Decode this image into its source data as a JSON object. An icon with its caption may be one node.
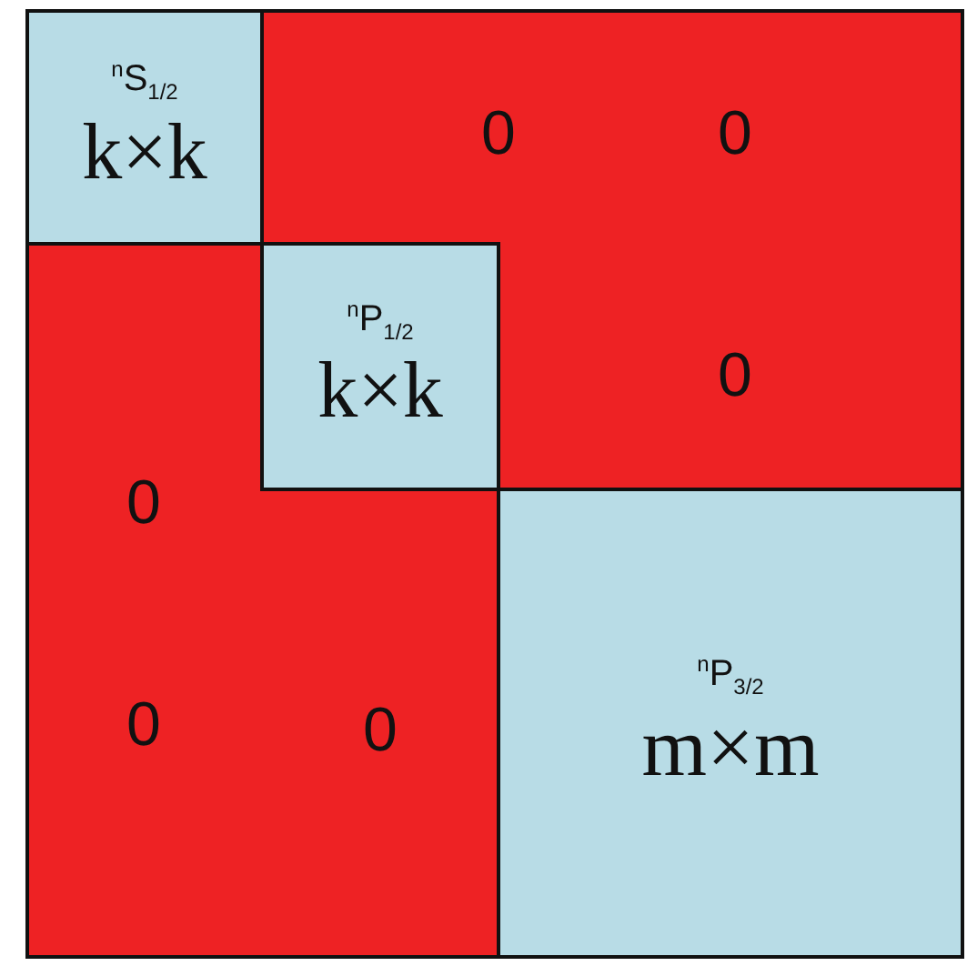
{
  "diagram": {
    "nodes": [
      {
        "text": [
          "$^{n}$S$_{1/2}$",
          "k×k"
        ]
      },
      {
        "text": [
          "$^{n}$P$_{1/2}$",
          "k×k"
        ]
      },
      {
        "text": [
          "$^{n}$P$_{3/2}$",
          "m×m"
        ]
      }
    ],
    "labels": [
      "0",
      "0",
      "0",
      "0",
      "0",
      "0"
    ]
  }
}
